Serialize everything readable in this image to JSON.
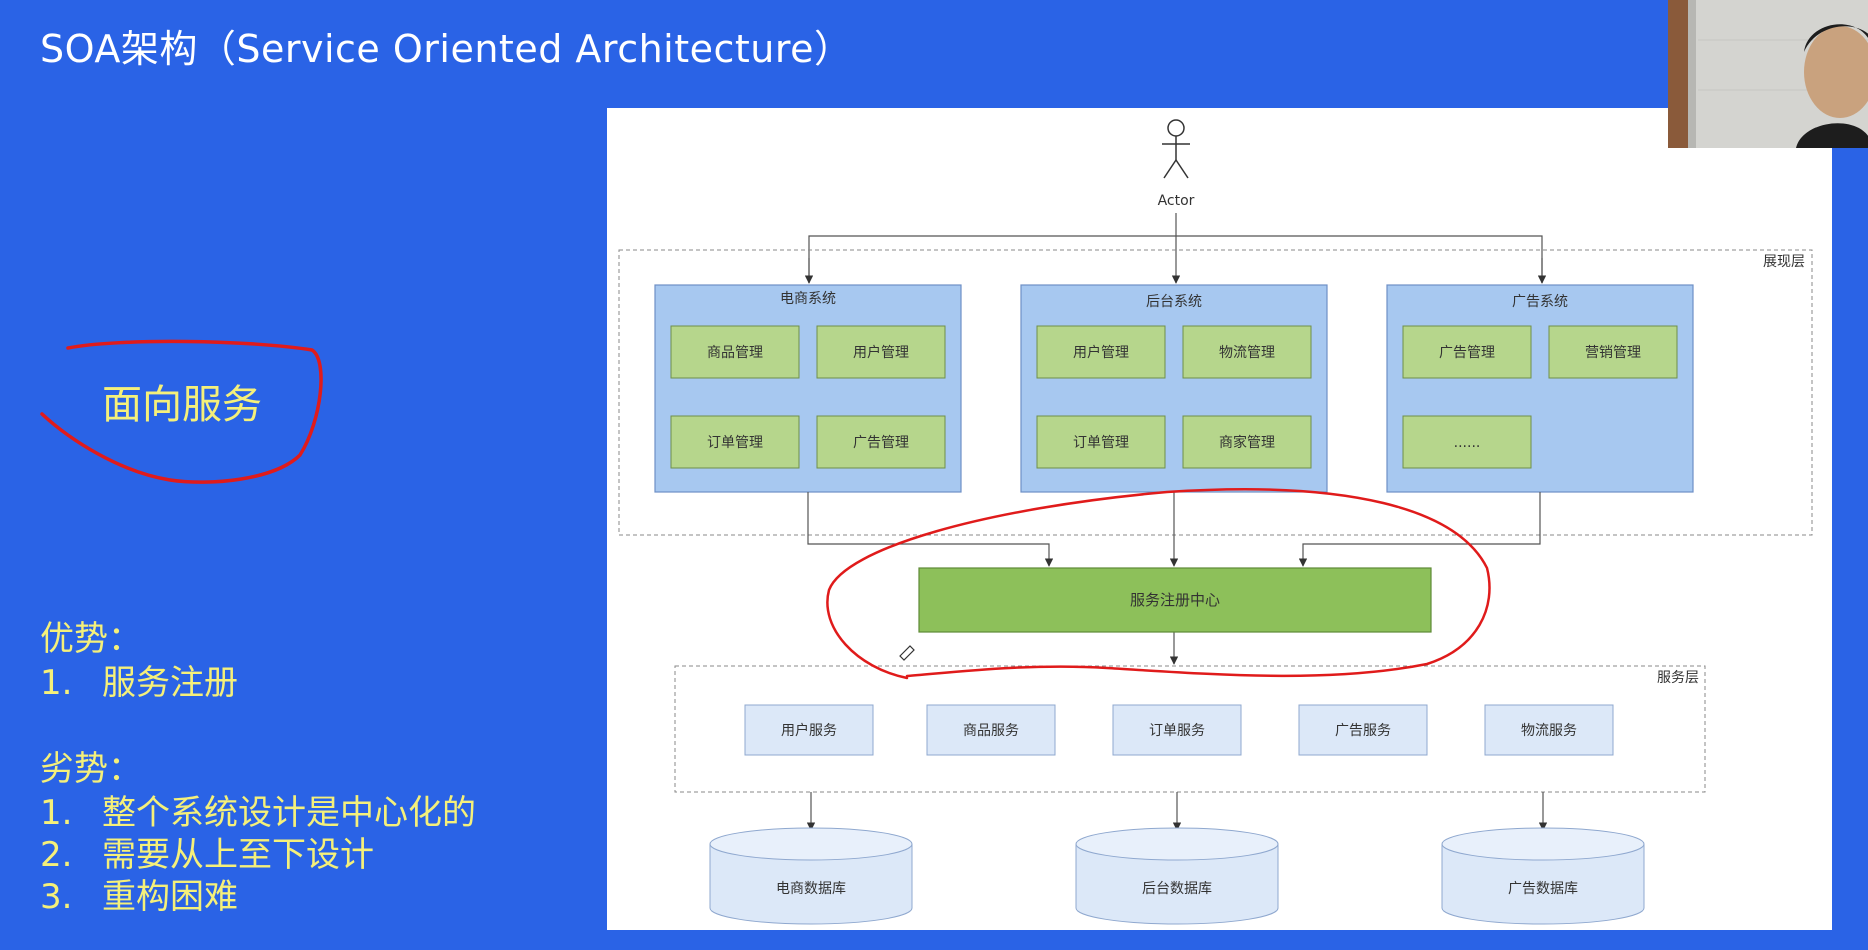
{
  "title": "SOA架构（Service Oriented Architecture）",
  "left": {
    "highlight": "面向服务",
    "advantages_heading": "优势：",
    "advantages": [
      {
        "num": "1.",
        "text": "服务注册"
      }
    ],
    "disadvantages_heading": "劣势：",
    "disadvantages": [
      {
        "num": "1.",
        "text": "整个系统设计是中心化的"
      },
      {
        "num": "2.",
        "text": "需要从上至下设计"
      },
      {
        "num": "3.",
        "text": "重构困难"
      }
    ]
  },
  "diagram": {
    "actor": "Actor",
    "presentation_layer_label": "展现层",
    "service_layer_label": "服务层",
    "systems": [
      {
        "name": "电商系统",
        "modules": [
          "商品管理",
          "用户管理",
          "订单管理",
          "广告管理"
        ]
      },
      {
        "name": "后台系统",
        "modules": [
          "用户管理",
          "物流管理",
          "订单管理",
          "商家管理"
        ]
      },
      {
        "name": "广告系统",
        "modules": [
          "广告管理",
          "营销管理",
          "......"
        ]
      }
    ],
    "registry": "服务注册中心",
    "services": [
      "用户服务",
      "商品服务",
      "订单服务",
      "广告服务",
      "物流服务"
    ],
    "databases": [
      "电商数据库",
      "后台数据库",
      "广告数据库"
    ]
  },
  "colors": {
    "background": "#2a63e6",
    "title_text": "#ffffff",
    "highlight_text": "#f5f07a",
    "system_fill": "#a7c8f0",
    "module_fill": "#b6d68c",
    "registry_fill": "#8dc05a",
    "service_fill": "#dce8f8",
    "annotation": "#e01b1b"
  }
}
